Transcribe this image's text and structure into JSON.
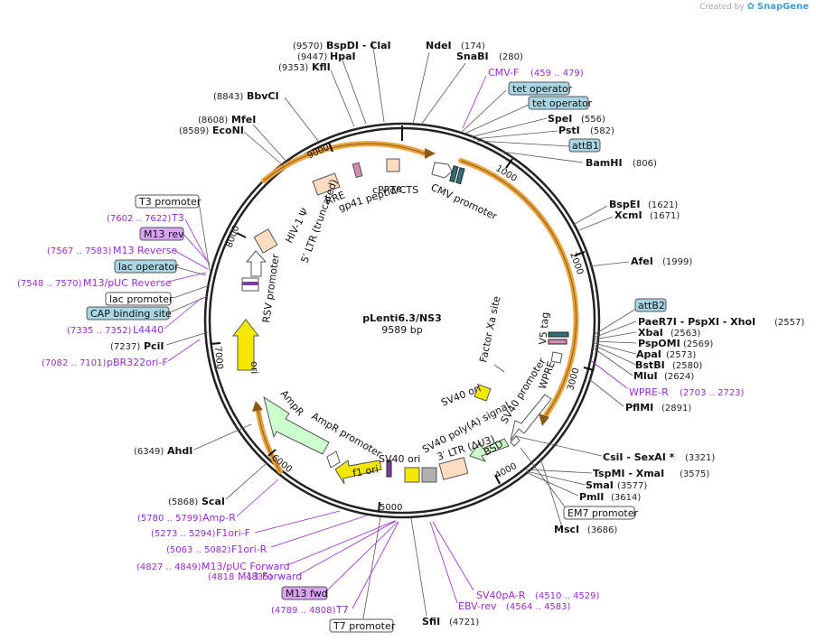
{
  "brand": {
    "prefix": "Created by",
    "name": "SnapGene"
  },
  "plasmid": {
    "name": "pLenti6.3/NS3",
    "size_label": "9589 bp"
  },
  "sites_right": [
    {
      "name": "NdeI",
      "pos": "(174)"
    },
    {
      "name": "SnaBI",
      "pos": "(280)"
    },
    {
      "name": "SpeI",
      "pos": "(556)"
    },
    {
      "name": "PstI",
      "pos": "(582)"
    },
    {
      "name": "BamHI",
      "pos": "(806)"
    },
    {
      "name": "BspEI",
      "pos": "(1621)"
    },
    {
      "name": "XcmI",
      "pos": "(1671)"
    },
    {
      "name": "AfeI",
      "pos": "(1999)"
    },
    {
      "name": "PaeR7I - PspXI - XhoI",
      "pos": "(2557)"
    },
    {
      "name": "XbaI",
      "pos": "(2563)"
    },
    {
      "name": "PspOMI",
      "pos": "(2569)"
    },
    {
      "name": "ApaI",
      "pos": "(2573)"
    },
    {
      "name": "BstBI",
      "pos": "(2580)"
    },
    {
      "name": "MluI",
      "pos": "(2624)"
    },
    {
      "name": "PflMI",
      "pos": "(2891)"
    },
    {
      "name": "CsiI - SexAI *",
      "pos": "(3321)"
    },
    {
      "name": "TspMI - XmaI",
      "pos": "(3575)"
    },
    {
      "name": "SmaI",
      "pos": "(3577)"
    },
    {
      "name": "PmlI",
      "pos": "(3614)"
    },
    {
      "name": "MscI",
      "pos": "(3686)"
    },
    {
      "name": "SfiI",
      "pos": "(4721)"
    }
  ],
  "sites_left": [
    {
      "name": "BspDI - ClaI",
      "pos": "(9570)"
    },
    {
      "name": "HpaI",
      "pos": "(9447)"
    },
    {
      "name": "KflI",
      "pos": "(9353)"
    },
    {
      "name": "BbvCI",
      "pos": "(8843)"
    },
    {
      "name": "MfeI",
      "pos": "(8608)"
    },
    {
      "name": "EcoNI",
      "pos": "(8589)"
    },
    {
      "name": "PciI",
      "pos": "(7237)"
    },
    {
      "name": "AhdI",
      "pos": "(6349)"
    },
    {
      "name": "ScaI",
      "pos": "(5868)"
    }
  ],
  "primers": [
    {
      "name": "CMV-F",
      "range": "(459 .. 479)"
    },
    {
      "name": "WPRE-R",
      "range": "(2703 .. 2723)"
    },
    {
      "name": "SV40pA-R",
      "range": "(4510 .. 4529)"
    },
    {
      "name": "EBV-rev",
      "range": "(4564 .. 4583)"
    },
    {
      "name": "T7",
      "range": "(4789 .. 4808)"
    },
    {
      "name": "M13 Forward",
      "range": "(4818 .. 4835)"
    },
    {
      "name": "M13/pUC Forward",
      "range": "(4827 .. 4849)"
    },
    {
      "name": "F1ori-R",
      "range": "(5063 .. 5082)"
    },
    {
      "name": "F1ori-F",
      "range": "(5273 .. 5294)"
    },
    {
      "name": "Amp-R",
      "range": "(5780 .. 5799)"
    },
    {
      "name": "pBR322ori-F",
      "range": "(7082 .. 7101)"
    },
    {
      "name": "L4440",
      "range": "(7335 .. 7352)"
    },
    {
      "name": "M13/pUC Reverse",
      "range": "(7548 .. 7570)"
    },
    {
      "name": "M13 Reverse",
      "range": "(7567 .. 7583)"
    },
    {
      "name": "T3",
      "range": "(7602 .. 7622)"
    }
  ],
  "boxed_labels": {
    "tet_operator_1": "tet operator",
    "tet_operator_2": "tet operator",
    "attB1": "attB1",
    "attB2": "attB2",
    "em7_promoter": "EM7 promoter",
    "t7_promoter": "T7 promoter",
    "m13_fwd": "M13 fwd",
    "t3_promoter": "T3 promoter",
    "m13_rev": "M13 rev",
    "lac_operator": "lac operator",
    "lac_promoter": "lac promoter",
    "cap_binding_site": "CAP binding site"
  },
  "features": {
    "rre": "RRE",
    "gp41": "gp41 peptide",
    "cppt": "cPPT/CTS",
    "cmv": "CMV promoter",
    "hiv_psi": "HIV-1 Ψ",
    "ltr5": "5′ LTR (truncated)",
    "rsv": "RSV promoter",
    "ori": "ori",
    "ampr": "AmpR",
    "ampr_promoter": "AmpR promoter",
    "f1ori": "f1 ori",
    "sv40ori_inner": "SV40 ori",
    "sv40ori_mid": "SV40 ori",
    "ltr3": "3′ LTR (ΔU3)",
    "sv40polyA": "SV40 poly(A) signal",
    "bsd": "BSD",
    "sv40promoter": "SV40 promoter",
    "wpre": "WPRE",
    "v5tag": "V5 tag",
    "factorxa": "Factor Xa site"
  },
  "ticks": [
    "1000",
    "2000",
    "3000",
    "4000",
    "5000",
    "6000",
    "7000",
    "8000",
    "9000"
  ],
  "colors": {
    "primer": "#9a2bd4",
    "arrow_orange": "#e8a33c",
    "ori_yellow": "#f5e800",
    "ampr_green": "#ccffcc",
    "feature_beige": "#fddcbf",
    "boxed_blue": "#a9d6e5",
    "boxed_purple": "#d9a3f2"
  }
}
